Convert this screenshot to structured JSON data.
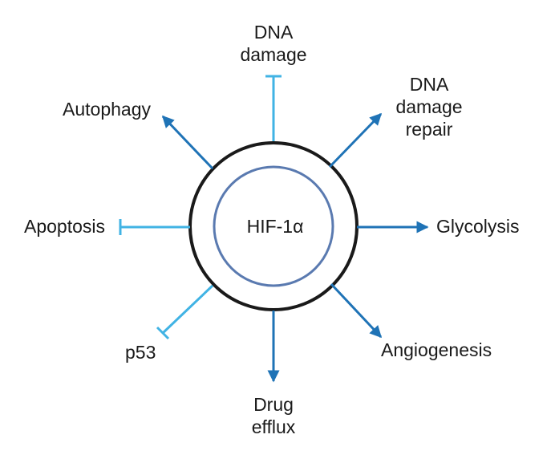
{
  "colors": {
    "activation": "#1f73b6",
    "inhibition": "#41b3e4",
    "outer_ring": "#1a1a1a",
    "inner_ring": "#5a7ab0"
  },
  "center": {
    "label": "HIF-1α"
  },
  "nodes": [
    {
      "id": "dna-damage",
      "lines": [
        "DNA",
        "damage"
      ],
      "effect": "inhibition"
    },
    {
      "id": "dna-damage-repair",
      "lines": [
        "DNA",
        "damage",
        "repair"
      ],
      "effect": "activation"
    },
    {
      "id": "glycolysis",
      "lines": [
        "Glycolysis"
      ],
      "effect": "activation"
    },
    {
      "id": "angiogenesis",
      "lines": [
        "Angiogenesis"
      ],
      "effect": "activation"
    },
    {
      "id": "drug-efflux",
      "lines": [
        "Drug",
        "efflux"
      ],
      "effect": "activation"
    },
    {
      "id": "p53",
      "lines": [
        "p53"
      ],
      "effect": "inhibition"
    },
    {
      "id": "apoptosis",
      "lines": [
        "Apoptosis"
      ],
      "effect": "inhibition"
    },
    {
      "id": "autophagy",
      "lines": [
        "Autophagy"
      ],
      "effect": "activation"
    }
  ]
}
